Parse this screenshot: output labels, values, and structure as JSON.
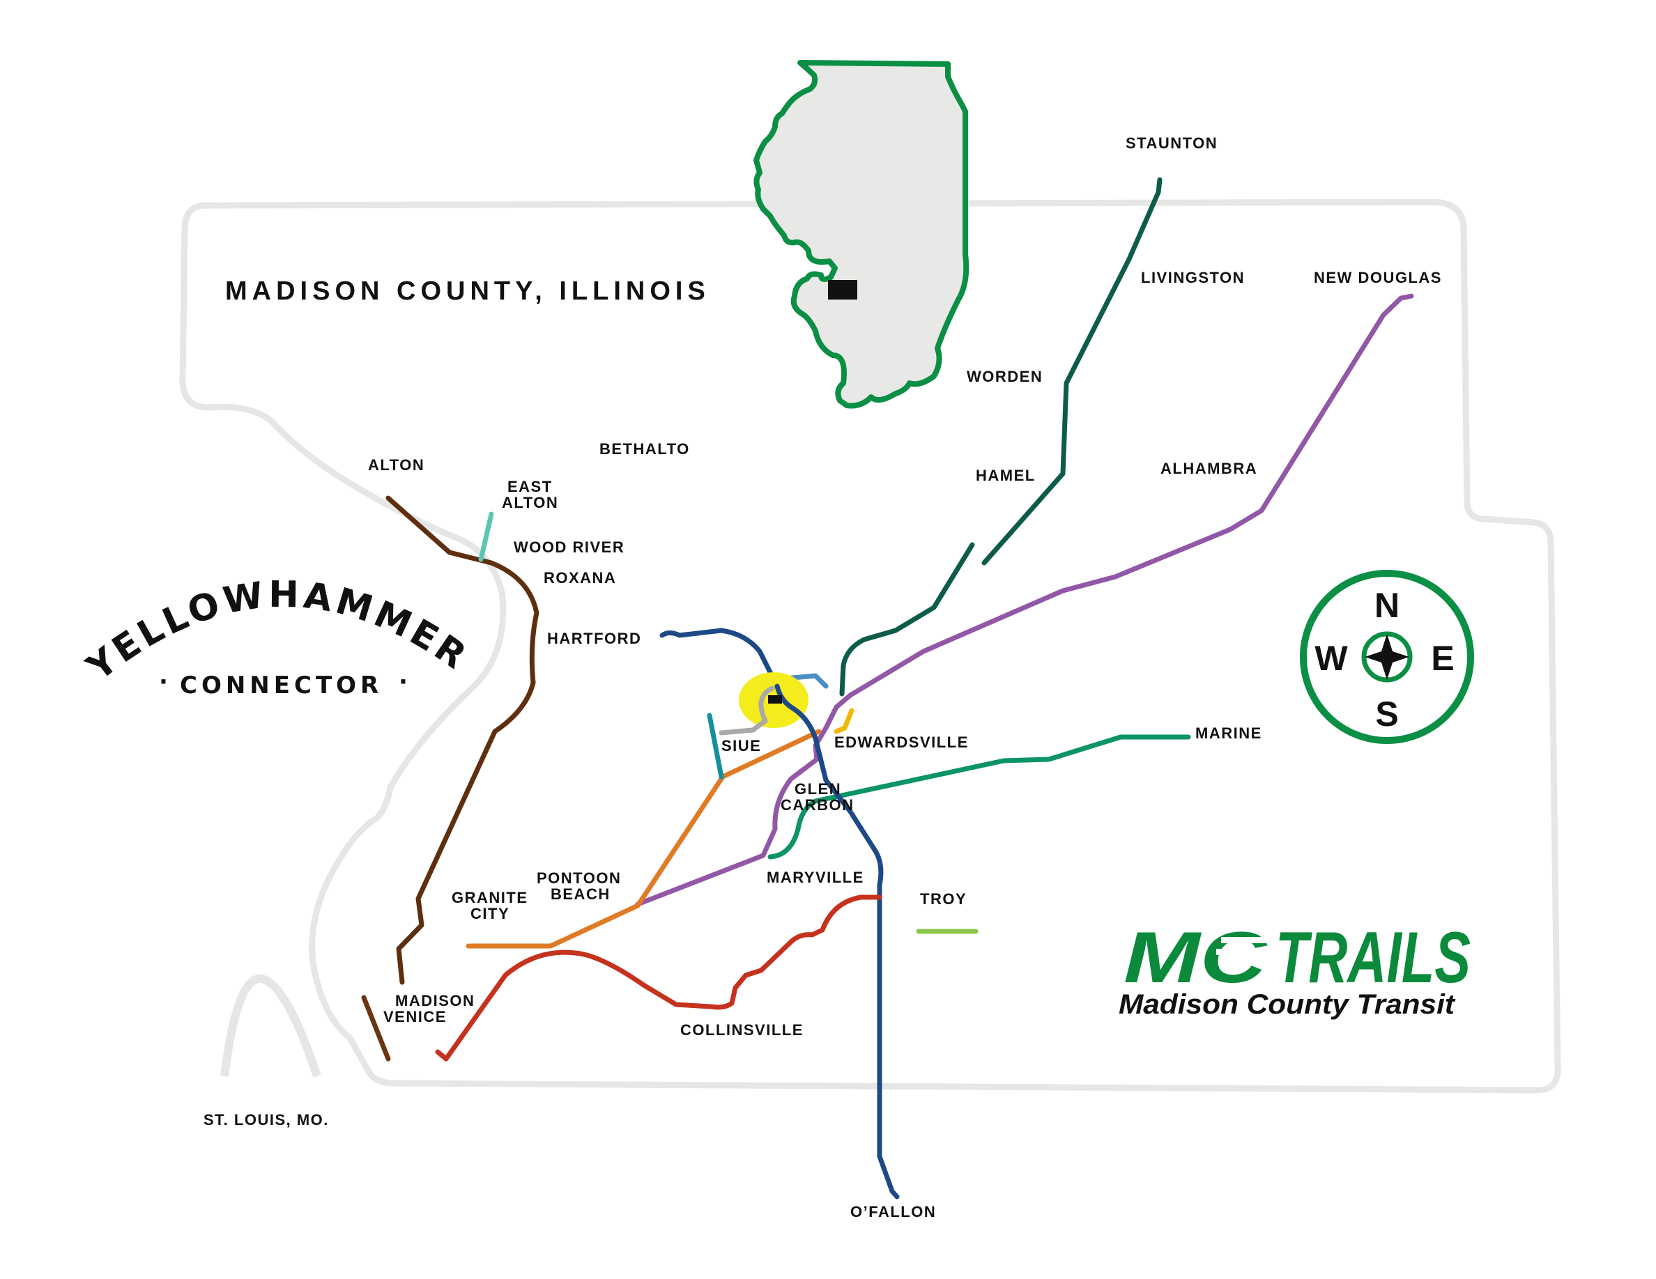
{
  "title": "MADISON COUNTY, ILLINOIS",
  "connector": {
    "line1": "YELLOWHAMMER",
    "line2": "CONNECTOR",
    "dots": "·"
  },
  "compass": {
    "north": "N",
    "south": "S",
    "east": "E",
    "west": "W"
  },
  "logo": {
    "wordmark_a": "MC",
    "wordmark_b": "TRAILS",
    "subtitle": "Madison County Transit"
  },
  "places": {
    "staunton": "STAUNTON",
    "livingston": "LIVINGSTON",
    "new_douglas": "NEW DOUGLAS",
    "worden": "WORDEN",
    "hamel": "HAMEL",
    "alhambra": "ALHAMBRA",
    "alton": "ALTON",
    "bethalto": "BETHALTO",
    "east_alton_1": "EAST",
    "east_alton_2": "ALTON",
    "wood_river": "WOOD RIVER",
    "roxana": "ROXANA",
    "hartford": "HARTFORD",
    "siue": "SIUE",
    "edwardsville": "EDWARDSVILLE",
    "marine": "MARINE",
    "glen_carbon_1": "GLEN",
    "glen_carbon_2": "CARBON",
    "pontoon_beach_1": "PONTOON",
    "pontoon_beach_2": "BEACH",
    "granite_city_1": "GRANITE",
    "granite_city_2": "CITY",
    "maryville": "MARYVILLE",
    "troy": "TROY",
    "madison_venice_1": "MADISON",
    "madison_venice_2": "VENICE",
    "collinsville": "COLLINSVILLE",
    "st_louis": "ST. LOUIS, MO.",
    "ofallon": "O’FALLON"
  },
  "colors": {
    "county_outline": "#e6e6e6",
    "state_fill": "#e8e8e6",
    "state_outline": "#0b8f45",
    "compass": "#0b8f45",
    "logo_green": "#0a8a3a",
    "siue_highlight": "#f4ec1c"
  },
  "routes": [
    {
      "id": "staunton-line",
      "color": "#0d5c4a"
    },
    {
      "id": "new-douglas-line",
      "color": "#9257a6"
    },
    {
      "id": "marine-line",
      "color": "#0c9466"
    },
    {
      "id": "alton-line",
      "color": "#5e2f0f"
    },
    {
      "id": "east-alton-line",
      "color": "#5cc6b4"
    },
    {
      "id": "hartford-ofallon-line",
      "color": "#1d4a86"
    },
    {
      "id": "granite-city-line",
      "color": "#e07a24"
    },
    {
      "id": "collinsville-line",
      "color": "#c5321e"
    },
    {
      "id": "troy-line",
      "color": "#8dc54b"
    },
    {
      "id": "siue-teal-line",
      "color": "#13909e"
    },
    {
      "id": "siue-gray-line",
      "color": "#a9a9a9"
    },
    {
      "id": "light-blue-line",
      "color": "#4a8fc3"
    },
    {
      "id": "yellow-spur",
      "color": "#f2b705"
    },
    {
      "id": "madison-venice-line",
      "color": "#6a3512"
    }
  ]
}
